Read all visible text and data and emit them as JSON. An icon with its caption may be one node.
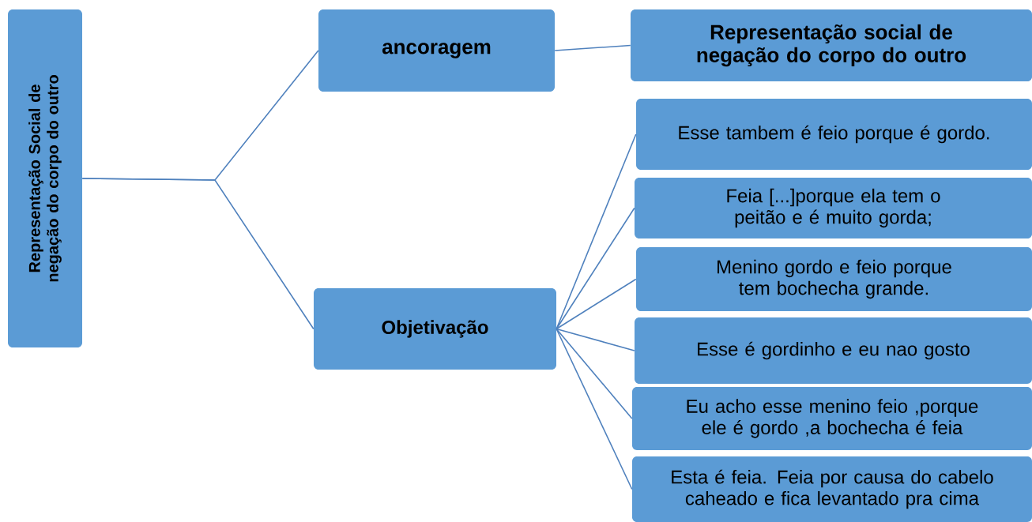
{
  "diagram": {
    "nodes": [
      {
        "text": [
          "Representação Social de negação do corpo do outro"
        ]
      },
      {
        "text": [
          "ancoragem"
        ]
      },
      {
        "text": [
          "Objetivação"
        ]
      },
      {
        "text": [
          "Representação social de negação  do corpo do outro"
        ]
      },
      {
        "text": [
          "Esse tambem é  feio porque é gordo."
        ]
      },
      {
        "text": [
          "Feia [...]porque ela tem o peitão e é muito gorda;"
        ]
      },
      {
        "text": [
          "Menino gordo e feio porque tem bochecha grande."
        ]
      },
      {
        "text": [
          "Esse é gordinho e eu nao gosto"
        ]
      },
      {
        "text": [
          "Eu acho esse menino feio ,porque ele é gordo ,a bochecha é feia"
        ]
      },
      {
        "text": [
          "Esta é feia. Feia por causa do cabelo caheado e fica levantado pra cima"
        ]
      }
    ],
    "edges": [
      {
        "from": 0,
        "to": 1,
        "arrow": "none"
      },
      {
        "from": 0,
        "to": 2,
        "arrow": "none"
      },
      {
        "from": 1,
        "to": 3,
        "arrow": "none"
      },
      {
        "from": 2,
        "to": 4,
        "arrow": "none"
      },
      {
        "from": 2,
        "to": 5,
        "arrow": "none"
      },
      {
        "from": 2,
        "to": 6,
        "arrow": "none"
      },
      {
        "from": 2,
        "to": 7,
        "arrow": "none"
      },
      {
        "from": 2,
        "to": 8,
        "arrow": "none"
      },
      {
        "from": 2,
        "to": 9,
        "arrow": "none"
      }
    ]
  }
}
